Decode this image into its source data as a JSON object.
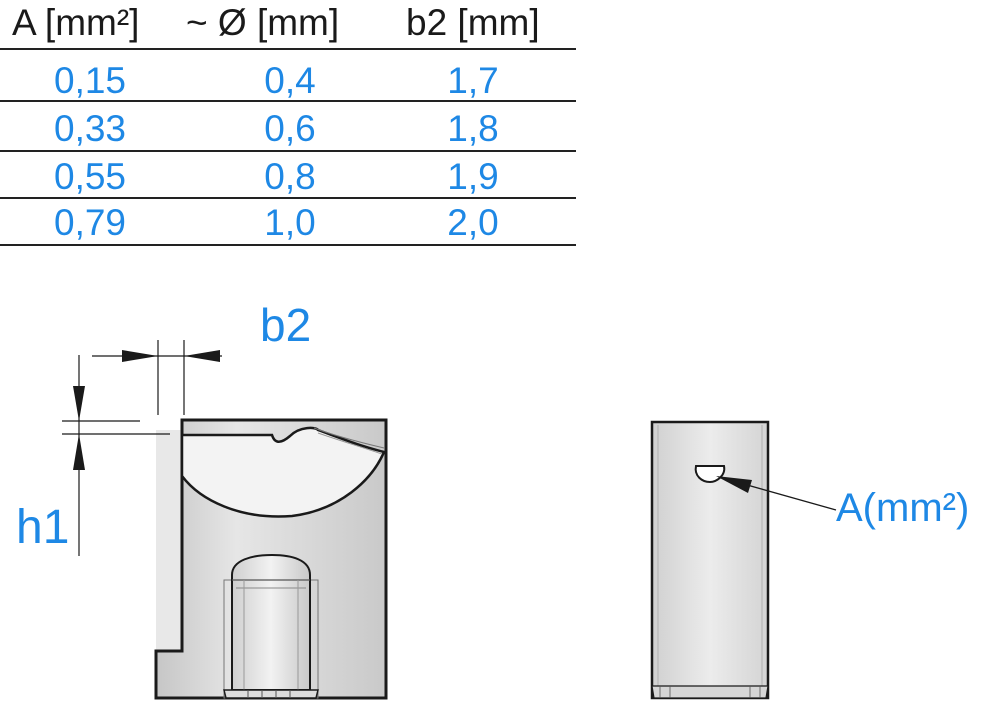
{
  "table": {
    "headers": [
      "A [mm²]",
      "~ Ø [mm]",
      "b2 [mm]"
    ],
    "rows": [
      [
        "0,15",
        "0,4",
        "1,7"
      ],
      [
        "0,33",
        "0,6",
        "1,8"
      ],
      [
        "0,55",
        "0,8",
        "1,9"
      ],
      [
        "0,79",
        "1,0",
        "2,0"
      ]
    ]
  },
  "drawing": {
    "label_b2": "b2",
    "label_h1": "h1",
    "label_area": "A(mm²)"
  },
  "colors": {
    "accent": "#1e88e5",
    "body_fill": "#d9d9d9",
    "outline": "#1a1a1a"
  }
}
